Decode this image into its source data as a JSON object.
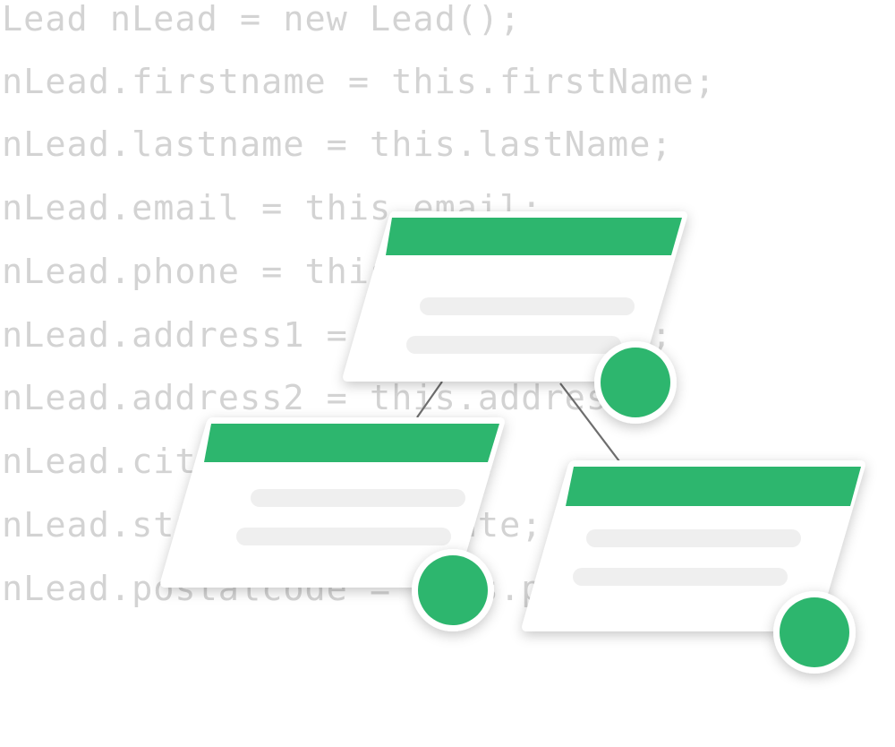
{
  "code_lines": [
    "Lead nLead = new Lead();",
    "nLead.firstname = this.firstName;",
    "nLead.lastname = this.lastName;",
    "nLead.email = this.email;",
    "nLead.phone = this.phone;",
    "nLead.address1 = this.address1;",
    "nLead.address2 = this.address2;",
    "nLead.city = this.city;",
    "nLead.state = this.state;",
    "nLead.postalcode = this.postalcode;"
  ],
  "colors": {
    "accent": "#2db66e",
    "code_text": "#d3d3d3",
    "card": "#ffffff",
    "placeholder": "#efefef",
    "connector": "#6e6e6e"
  }
}
